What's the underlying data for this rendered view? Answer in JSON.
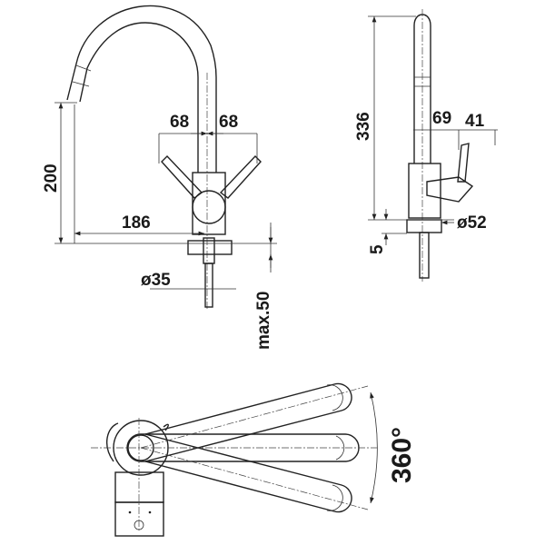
{
  "front_view": {
    "height_spout": "200",
    "reach": "186",
    "handle_left": "68",
    "handle_right": "68",
    "hole_diameter": "ø35",
    "max_thickness": "max.50"
  },
  "side_view": {
    "total_height": "336",
    "handle_offset": "69",
    "handle_depth": "41",
    "base_diameter": "ø52",
    "base_height": "5"
  },
  "top_view": {
    "rotation": "360°"
  },
  "colors": {
    "line": "#222222",
    "background": "#ffffff"
  }
}
